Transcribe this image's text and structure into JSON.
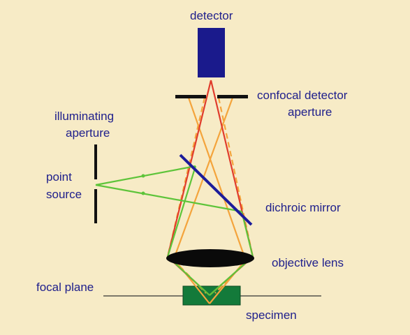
{
  "labels": {
    "detector": "detector",
    "confocal_line1": "confocal detector",
    "confocal_line2": "aperture",
    "illum_line1": "illuminating",
    "illum_line2": "aperture",
    "point_line1": "point",
    "point_line2": "source",
    "dichroic_mirror": "dichroic mirror",
    "objective_lens": "objective lens",
    "focal_plane": "focal plane",
    "specimen": "specimen"
  },
  "colors": {
    "background": "#f7ebc6",
    "label_text": "#20208c",
    "detector": "#1a1a8c",
    "mirror": "#1c1c9a",
    "green_beam": "#5ec43a",
    "red_beam": "#e03c2c",
    "orange_beam": "#f4a43c",
    "specimen": "#137a3a",
    "apertures": "#111111",
    "lens": "#0a0a0a"
  }
}
